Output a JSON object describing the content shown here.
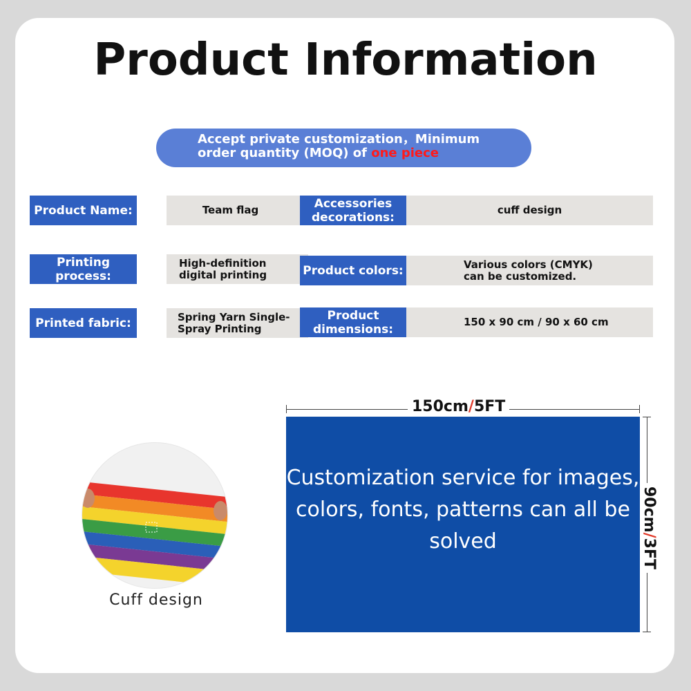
{
  "title": "Product Information",
  "banner": {
    "line1": "Accept private customization，Minimum",
    "line2_prefix": "order quantity (MOQ) of ",
    "line2_highlight": "one piece"
  },
  "specs": [
    {
      "label": "Product Name:",
      "value": "Team flag"
    },
    {
      "label": "Accessories decorations:",
      "value": "cuff design"
    },
    {
      "label": "Printing process:",
      "value": "High-definition digital printing"
    },
    {
      "label": "Product colors:",
      "value": "Various colors (CMYK) can be customized."
    },
    {
      "label": "Printed fabric:",
      "value": "Spring Yarn Single-Spray Printing"
    },
    {
      "label": "Product dimensions:",
      "value": "150 x 90 cm / 90 x 60 cm"
    }
  ],
  "flag": {
    "width_a": "150cm",
    "width_b": "5FT",
    "height_a": "90cm",
    "height_b": "3FT",
    "text": "Customization service for images, colors, fonts, patterns can all be solved"
  },
  "cuff_caption": "Cuff design",
  "colors": {
    "blue": "#2f5fc0",
    "flag_blue": "#0f4da6",
    "highlight_red": "#ff1a1a"
  }
}
